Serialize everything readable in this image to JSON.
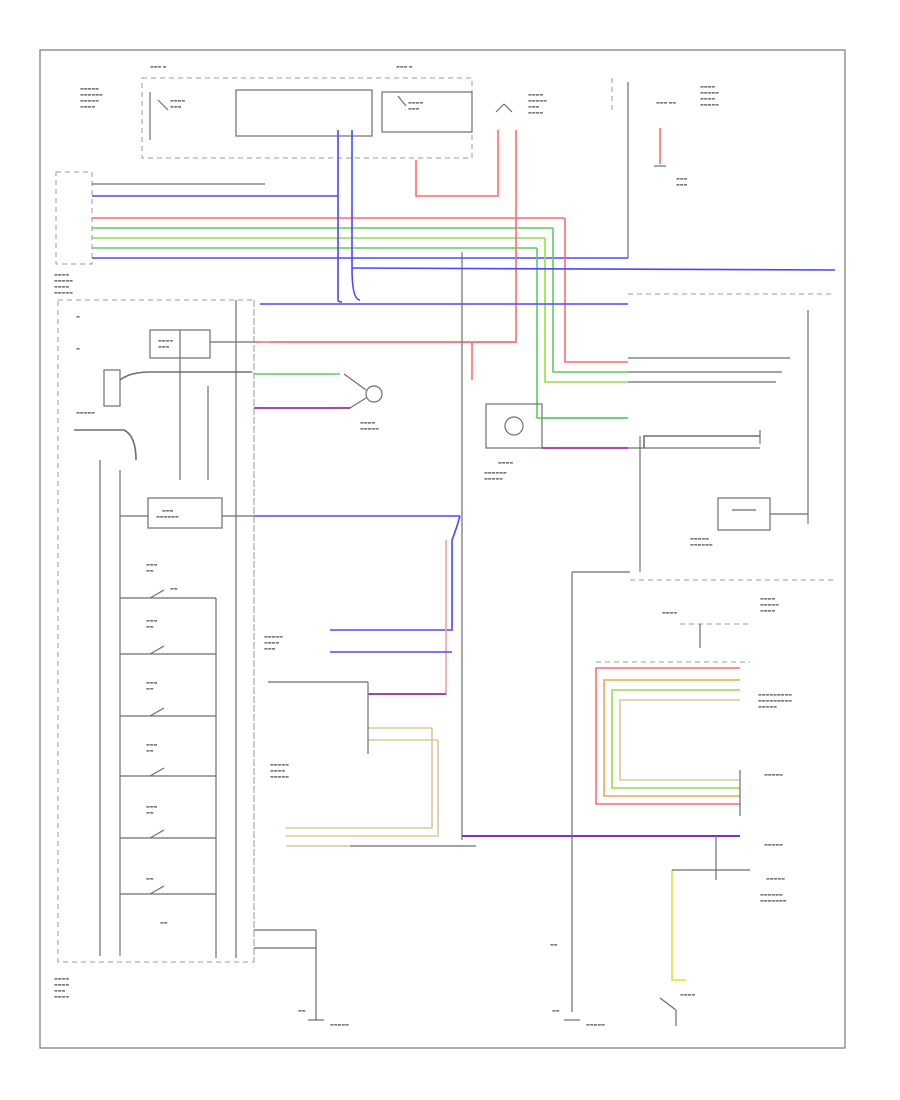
{
  "page_label": "",
  "colors": {
    "frame": "#777777",
    "blue_wire": "#4848ff",
    "red_wire": "#ff6b6b",
    "green_wire": "#5ccf5c",
    "light_green_wire": "#8fe04a",
    "violet_wire": "#7a2fd0",
    "purple_wire": "#9b2ea8",
    "yellow_wire": "#e6e34c",
    "orange_wire": "#f3a35a",
    "tan_wire": "#d8c89a",
    "black_wire": "#6e6e6e"
  },
  "components": [
    {
      "id": "engine-fuse-block",
      "icon": "fuse-block-icon"
    },
    {
      "id": "instrument-panel-fuse-block",
      "icon": "fuse-block-icon"
    },
    {
      "id": "junction-connector-top",
      "icon": "connector-icon"
    },
    {
      "id": "power-distribution-box",
      "icon": "fuse-icon"
    },
    {
      "id": "ground-top-right",
      "icon": "ground-icon"
    },
    {
      "id": "hazard-switch-connector",
      "icon": "connector-icon"
    },
    {
      "id": "left-front-turn-lamp",
      "icon": "lamp-icon"
    },
    {
      "id": "right-front-turn-lamp",
      "icon": "lamp-icon"
    },
    {
      "id": "right-front-door-lamp",
      "icon": "lamp-icon"
    },
    {
      "id": "turn-signal-flasher",
      "icon": "relay-icon"
    },
    {
      "id": "combination-switch",
      "icon": "switch-icon"
    },
    {
      "id": "door-switch-left-front",
      "icon": "switch-icon"
    },
    {
      "id": "door-switch-right-front",
      "icon": "switch-icon"
    },
    {
      "id": "door-switch-left-rear",
      "icon": "switch-icon"
    },
    {
      "id": "door-switch-right-rear",
      "icon": "switch-icon"
    },
    {
      "id": "trunk-switch",
      "icon": "switch-icon"
    },
    {
      "id": "keyless-module",
      "icon": "module-icon"
    },
    {
      "id": "junction-connector-mid",
      "icon": "connector-icon"
    },
    {
      "id": "rear-lamp-connector",
      "icon": "connector-icon"
    },
    {
      "id": "brake-lamp-switch",
      "icon": "switch-icon"
    },
    {
      "id": "ground-bottom-left",
      "icon": "ground-icon"
    },
    {
      "id": "ground-bottom-mid",
      "icon": "ground-icon"
    }
  ]
}
